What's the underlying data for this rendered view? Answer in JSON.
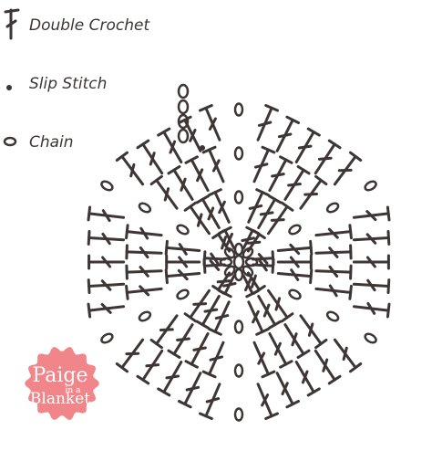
{
  "legend": {
    "double_crochet": "Double Crochet",
    "slip_stitch": "Slip Stitch",
    "chain": "Chain"
  },
  "logo": {
    "line1": "Paige",
    "line2": "in a",
    "line3": "Blanket",
    "color": "#f0858a"
  },
  "chart": {
    "sides": 6,
    "rounds": 4,
    "stitches_per_side_per_round": [
      2,
      3,
      4,
      5
    ],
    "stitch_color": "#3e3535"
  },
  "colors": {
    "ink": "#3e3535",
    "background": "#ffffff"
  }
}
